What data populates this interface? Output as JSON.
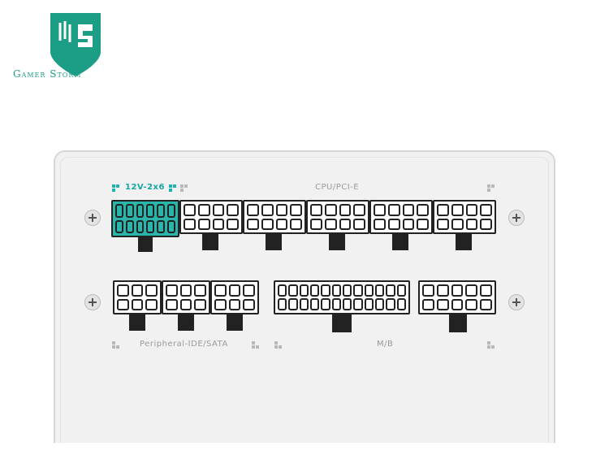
{
  "brand": {
    "logo_text": "Gamer Storm",
    "logo_color": "#1c9e86"
  },
  "labels": {
    "top_highlight": "12V-2x6",
    "top_main": "CPU/PCI-E",
    "bottom_left": "Peripheral-IDE/SATA",
    "bottom_right": "M/B"
  },
  "colors": {
    "accent": "#2ab5aa",
    "panel": "#f1f1f1",
    "connector_outline": "#222222"
  },
  "icons": [
    "gamer-storm-logo",
    "screw-icon"
  ]
}
